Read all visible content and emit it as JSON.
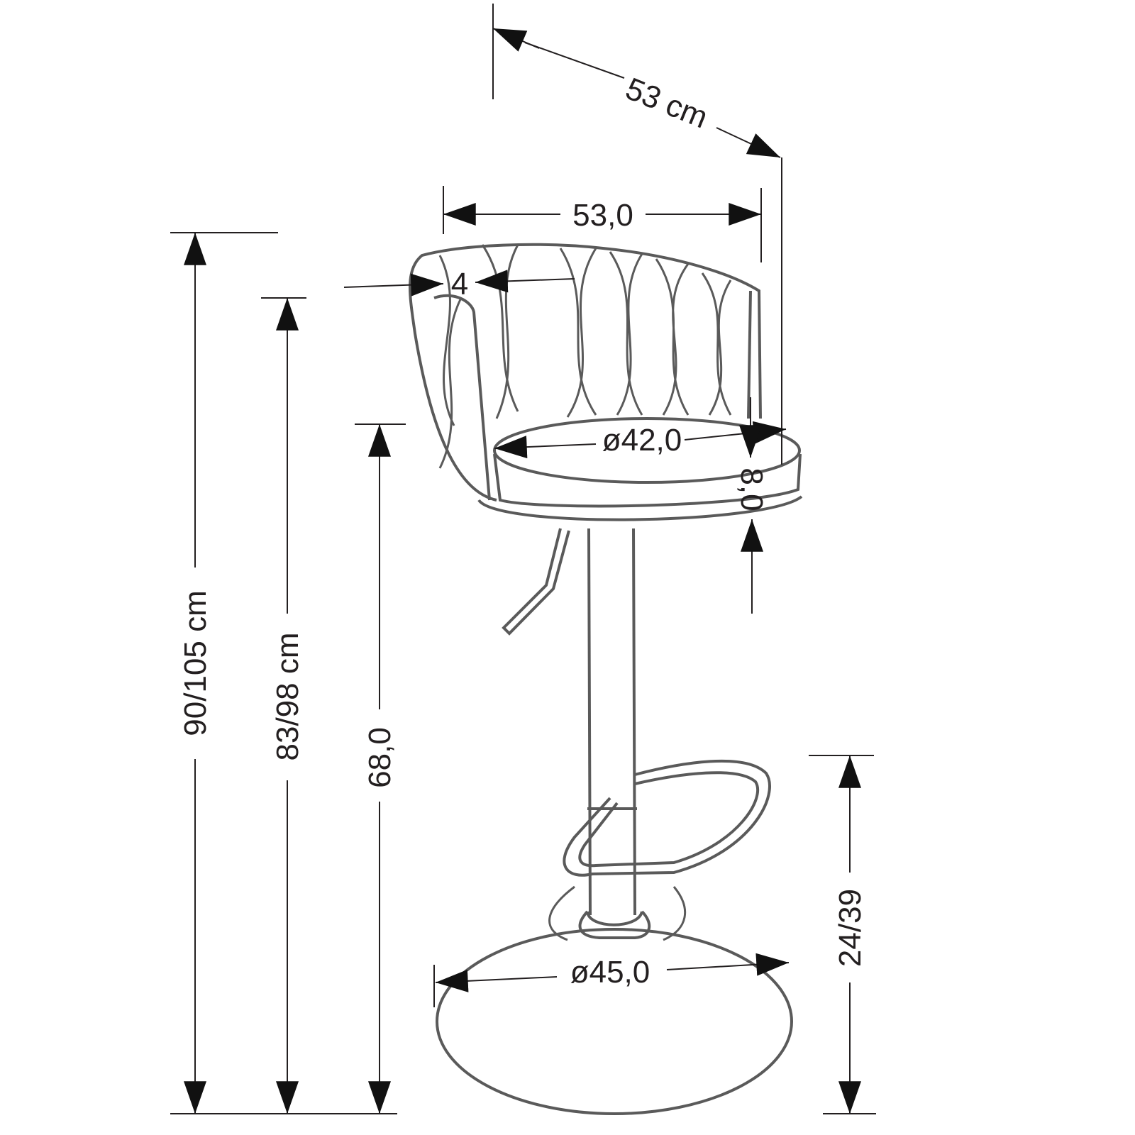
{
  "dimensions": {
    "depth_overall": "53 cm",
    "width": "53,0",
    "backrest_thickness": "4",
    "seat_diameter": "ø42,0",
    "seat_thickness": "8,0",
    "height_total": "90/105 cm",
    "height_armrest": "83/98 cm",
    "seat_height": "68,0",
    "footrest_height": "24/39",
    "base_diameter": "ø45,0"
  },
  "colors": {
    "line": "#231f20",
    "outline": "#5a5a5a"
  }
}
